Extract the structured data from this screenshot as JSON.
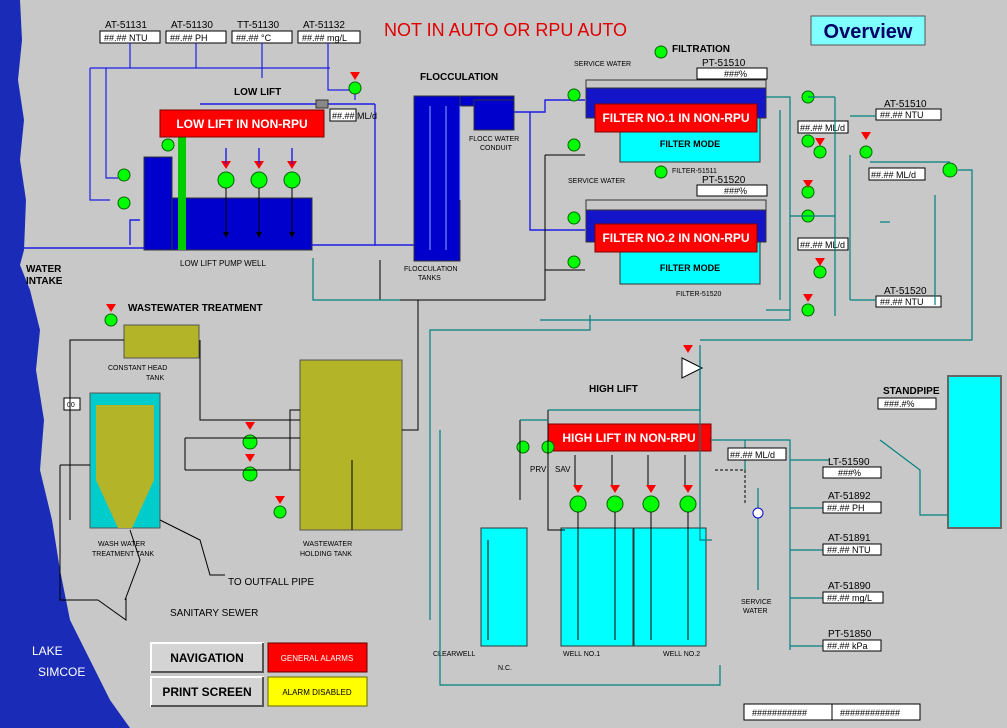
{
  "header": {
    "status_alert": "NOT IN AUTO OR RPU AUTO",
    "overview_label": "Overview"
  },
  "instruments_top": [
    {
      "tag": "AT-51131",
      "value": "##.## NTU"
    },
    {
      "tag": "AT-51130",
      "value": "##.## PH"
    },
    {
      "tag": "TT-51130",
      "value": "##.## °C"
    },
    {
      "tag": "AT-51132",
      "value": "##.## mg/L"
    }
  ],
  "sections": {
    "low_lift": "LOW LIFT",
    "flocculation": "FLOCCULATION",
    "filtration": "FILTRATION",
    "wastewater_treatment": "WASTEWATER TREATMENT",
    "high_lift": "HIGH LIFT",
    "standpipe": "STANDPIPE"
  },
  "alarm_banners": {
    "low_lift": "LOW LIFT IN NON-RPU",
    "filter1": "FILTER NO.1 IN NON-RPU",
    "filter2": "FILTER NO.2 IN NON-RPU",
    "high_lift": "HIGH LIFT IN NON-RPU"
  },
  "filters": {
    "filter1_mode": "FILTER MODE",
    "filter2_mode": "FILTER MODE",
    "pt1_tag": "PT-51510",
    "pt1_value": "###%",
    "pt2_tag": "PT-51520",
    "pt2_value": "###%",
    "filter_tag_1": "FILTER-51511",
    "filter_tag_2": "FILTER-51520",
    "service_water_1": "SERVICE WATER",
    "service_water_2": "SERVICE WATER"
  },
  "flows": {
    "low_lift_flow": "##.## ML/d",
    "filter1_flow": "##.## ML/d",
    "filter2_flow": "##.## ML/d",
    "backwash_flow": "##.## ML/d",
    "high_lift_flow": "##.## ML/d"
  },
  "filter_instruments": [
    {
      "tag": "AT-51510",
      "value": "##.## NTU"
    },
    {
      "tag": "AT-51520",
      "value": "##.## NTU"
    }
  ],
  "labels": {
    "water_intake_1": "WATER",
    "water_intake_2": "INTAKE",
    "low_lift_pump_well": "LOW LIFT PUMP WELL",
    "flocc_water_conduit_1": "FLOCC WATER",
    "flocc_water_conduit_2": "CONDUIT",
    "flocculation_tanks_1": "FLOCCULATION",
    "flocculation_tanks_2": "TANKS",
    "constant_head_tank_1": "CONSTANT HEAD",
    "constant_head_tank_2": "TANK",
    "wash_water_tank_1": "WASH WATER",
    "wash_water_tank_2": "TREATMENT TANK",
    "wastewater_holding_1": "WASTEWATER",
    "wastewater_holding_2": "HOLDING TANK",
    "to_outfall": "TO OUTFALL PIPE",
    "sanitary_sewer": "SANITARY SEWER",
    "lake_1": "LAKE",
    "lake_2": "SIMCOE",
    "clearwell": "CLEARWELL",
    "well1": "WELL NO.1",
    "well2": "WELL NO.2",
    "nc": "N.C.",
    "prv": "PRV",
    "sav": "SAV",
    "service_water_hl_1": "SERVICE",
    "service_water_hl_2": "WATER",
    "oo": "00"
  },
  "high_lift_instruments": [
    {
      "tag": "LT-51590",
      "value": "###%"
    },
    {
      "tag": "AT-51892",
      "value": "##.## PH"
    },
    {
      "tag": "AT-51891",
      "value": "##.## NTU"
    },
    {
      "tag": "AT-51890",
      "value": "##.## mg/L"
    },
    {
      "tag": "PT-51850",
      "value": "##.## kPa"
    }
  ],
  "standpipe_value": "###.#%",
  "buttons": {
    "navigation": "NAVIGATION",
    "print_screen": "PRINT SCREEN",
    "general_alarms": "GENERAL ALARMS",
    "alarm_disabled": "ALARM DISABLED"
  },
  "footer": {
    "field1": "###########",
    "field2": "############"
  },
  "colors": {
    "background": "#c8c8c8",
    "water_blue": "#0000cc",
    "tank_cyan": "#00ffff",
    "olive_tank": "#b4b428",
    "alarm_red": "#ff0000",
    "pump_green": "#00ff00",
    "alert_text": "#e00000",
    "overview_bg": "#7fffff",
    "teal_pipe": "#008080",
    "lake_blue": "#1a2bb8"
  }
}
